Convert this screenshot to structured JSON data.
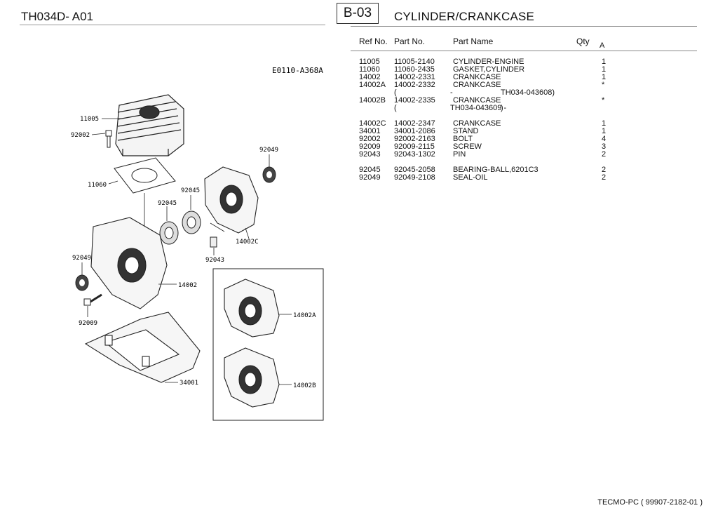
{
  "header": {
    "model": "TH034D- A01",
    "section": "B-03",
    "title": "CYLINDER/CRANKCASE"
  },
  "table": {
    "columns": {
      "ref": "Ref No.",
      "part": "Part No.",
      "name": "Part Name",
      "qty": "Qty",
      "qty_sub": "A"
    },
    "rows": [
      {
        "ref": "11005",
        "part": "11005-2140",
        "name": "CYLINDER-ENGINE",
        "qty": "1"
      },
      {
        "ref": "11060",
        "part": "11060-2435",
        "name": "GASKET,CYLINDER",
        "qty": "1"
      },
      {
        "ref": "14002",
        "part": "14002-2331",
        "name": "CRANKCASE",
        "qty": "1"
      },
      {
        "ref": "14002A",
        "part": "14002-2332",
        "name": "CRANKCASE",
        "qty": "*"
      },
      {
        "note": [
          "(",
          "-",
          "TH034-043608)"
        ]
      },
      {
        "ref": "14002B",
        "part": "14002-2335",
        "name": "CRANKCASE",
        "qty": "*"
      },
      {
        "note": [
          "(",
          "TH034-043609 -",
          ")"
        ]
      },
      {
        "blank": true
      },
      {
        "ref": "14002C",
        "part": "14002-2347",
        "name": "CRANKCASE",
        "qty": "1"
      },
      {
        "ref": "34001",
        "part": "34001-2086",
        "name": "STAND",
        "qty": "1"
      },
      {
        "ref": "92002",
        "part": "92002-2163",
        "name": "BOLT",
        "qty": "4"
      },
      {
        "ref": "92009",
        "part": "92009-2115",
        "name": "SCREW",
        "qty": "3"
      },
      {
        "ref": "92043",
        "part": "92043-1302",
        "name": "PIN",
        "qty": "2"
      },
      {
        "blank": true
      },
      {
        "ref": "92045",
        "part": "92045-2058",
        "name": "BEARING-BALL,6201C3",
        "qty": "2"
      },
      {
        "ref": "92049",
        "part": "92049-2108",
        "name": "SEAL-OIL",
        "qty": "2"
      }
    ]
  },
  "diagram": {
    "code": "E0110-A368A",
    "labels": {
      "l11005": "11005",
      "l92002": "92002",
      "l92049a": "92049",
      "l11060": "11060",
      "l92045a": "92045",
      "l92045b": "92045",
      "l14002c": "14002C",
      "l92049b": "92049",
      "l92043": "92043",
      "l14002": "14002",
      "l92009": "92009",
      "l14002a": "14002A",
      "l34001": "34001",
      "l14002b": "14002B"
    }
  },
  "footer": {
    "text": "TECMO-PC  ( 99907-2182-01 )"
  }
}
